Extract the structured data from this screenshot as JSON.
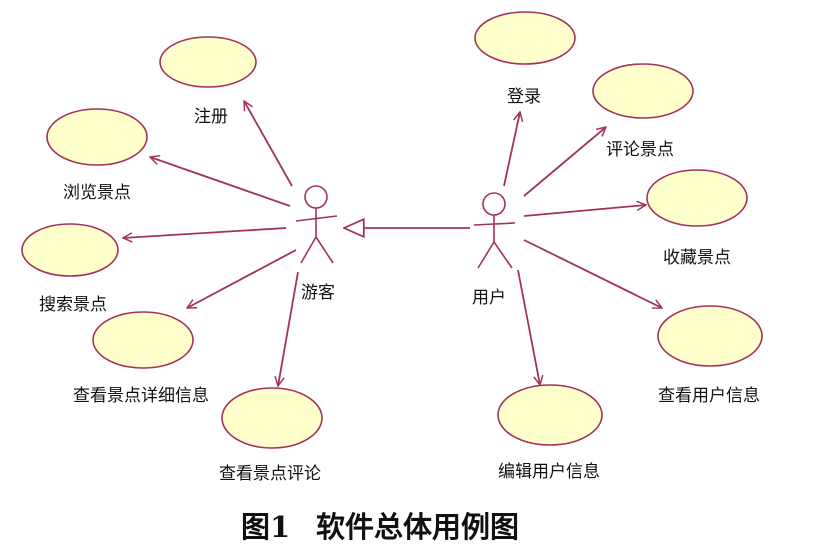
{
  "actors": {
    "visitor": "游客",
    "user": "用户"
  },
  "use_cases": {
    "register": "注册",
    "browse": "浏览景点",
    "search": "搜索景点",
    "view_detail": "查看景点详细信息",
    "view_comments": "查看景点评论",
    "login": "登录",
    "comment": "评论景点",
    "favorite": "收藏景点",
    "view_user": "查看用户信息",
    "edit_user": "编辑用户信息"
  },
  "caption": {
    "number": "图1",
    "title": "软件总体用例图"
  },
  "colors": {
    "use_case_fill": "#ffffcc",
    "line": "#a3325a"
  }
}
